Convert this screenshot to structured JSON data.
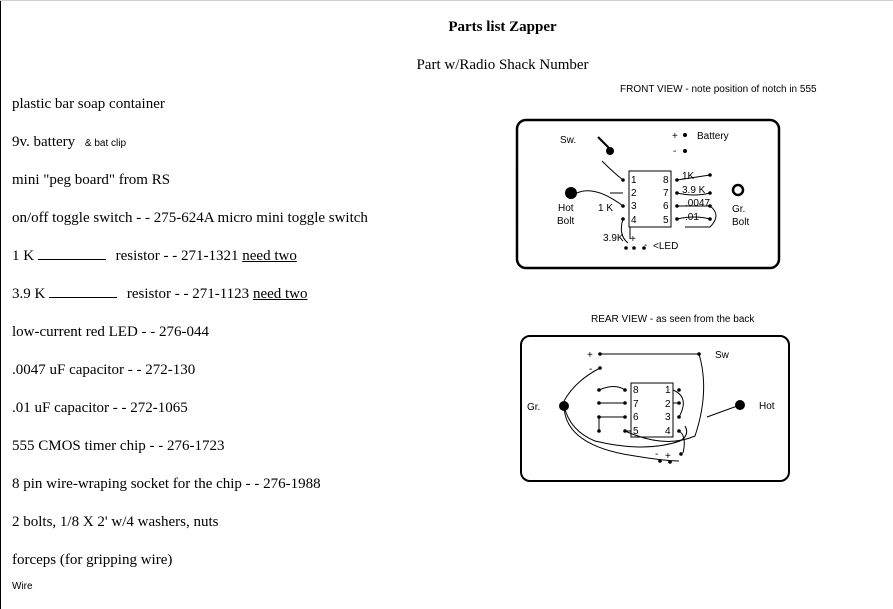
{
  "title": "Parts list Zapper",
  "subtitle": "Part w/Radio Shack Number",
  "parts": [
    {
      "text": "plastic bar soap container"
    },
    {
      "text": "9v. battery",
      "note": "& bat clip"
    },
    {
      "text": "mini \"peg board\" from RS"
    },
    {
      "text": "on/off toggle switch - - 275-624A micro mini toggle switch"
    },
    {
      "pre": "1 K",
      "text": "resistor - - 271-1321",
      "emph": "need two"
    },
    {
      "pre": "3.9 K",
      "text": "resistor - - 271-1123",
      "emph": "need two"
    },
    {
      "text": "low-current red LED - - 276-044"
    },
    {
      "text": ".0047 uF capacitor - - 272-130"
    },
    {
      "text": ".01 uF capacitor - - 272-1065"
    },
    {
      "text": "555 CMOS timer chip - - 276-1723"
    },
    {
      "text": "8 pin wire-wraping socket for the chip - - 276-1988"
    },
    {
      "text": "2 bolts, 1/8 X 2' w/4 washers, nuts"
    },
    {
      "text": "forceps (for gripping wire)"
    },
    {
      "text": "Wire"
    }
  ],
  "front_view": {
    "caption": "FRONT VIEW - note position of notch in 555",
    "labels": {
      "sw": "Sw.",
      "plus": "+",
      "minus": "-",
      "battery": "Battery",
      "hot": "Hot",
      "hot2": "Bolt",
      "gr": "Gr.",
      "gr2": "Bolt",
      "r1k_left": "1 K",
      "r39k_bottom": "3.9K",
      "led": "LED",
      "r1k_right": "1K",
      "r39k_right": "3.9 K",
      "c0047": ".0047",
      "c01": ".01"
    },
    "pins_left": [
      "1",
      "2",
      "3",
      "4"
    ],
    "pins_right": [
      "8",
      "7",
      "6",
      "5"
    ]
  },
  "rear_view": {
    "caption": "REAR VIEW - as seen from the back",
    "labels": {
      "plus": "+",
      "minus": "-",
      "sw": "Sw",
      "gr": "Gr.",
      "hot": "Hot",
      "b_minus": "-",
      "b_plus": "+"
    },
    "pins_left": [
      "8",
      "7",
      "6",
      "5"
    ],
    "pins_right": [
      "1",
      "2",
      "3",
      "4"
    ]
  }
}
